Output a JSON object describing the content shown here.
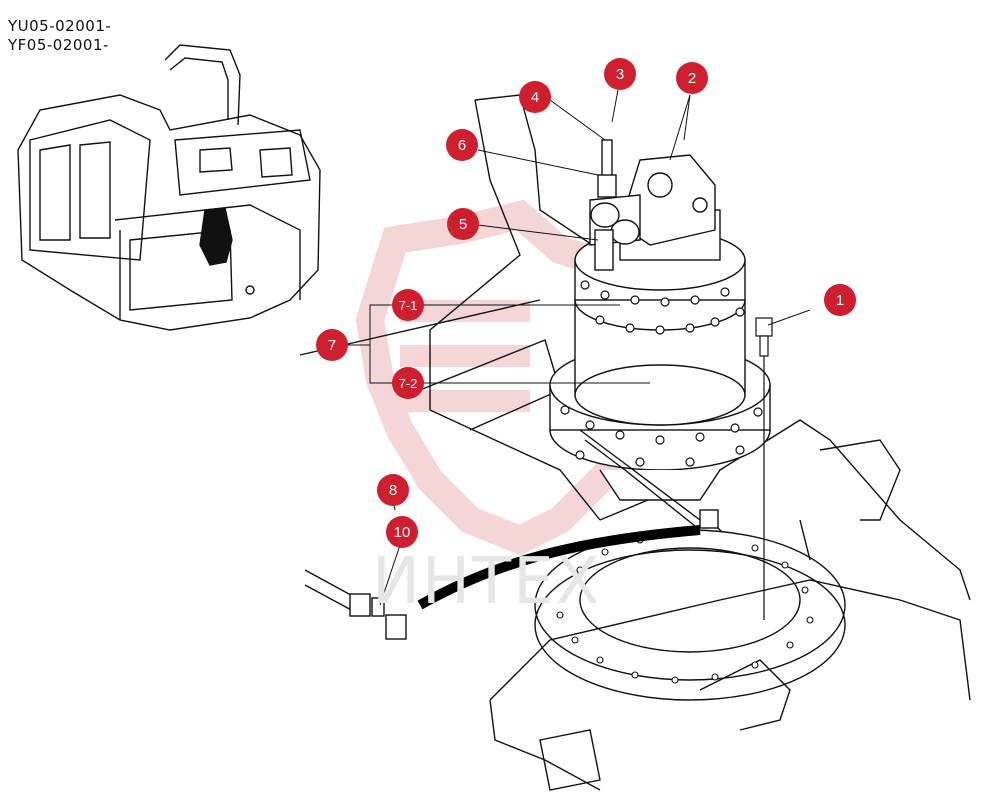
{
  "serials": [
    "YU05-02001-",
    "YF05-02001-"
  ],
  "watermark": {
    "text": "ИНТЕХ",
    "color": "#e9c9c9"
  },
  "callout_color": "#cf1f2e",
  "callouts": [
    {
      "id": "1",
      "label": "1"
    },
    {
      "id": "2",
      "label": "2"
    },
    {
      "id": "3",
      "label": "3"
    },
    {
      "id": "4",
      "label": "4"
    },
    {
      "id": "5",
      "label": "5"
    },
    {
      "id": "6",
      "label": "6"
    },
    {
      "id": "7",
      "label": "7"
    },
    {
      "id": "7-1",
      "label": "7-1"
    },
    {
      "id": "7-2",
      "label": "7-2"
    },
    {
      "id": "8",
      "label": "8"
    },
    {
      "id": "10",
      "label": "10"
    }
  ]
}
